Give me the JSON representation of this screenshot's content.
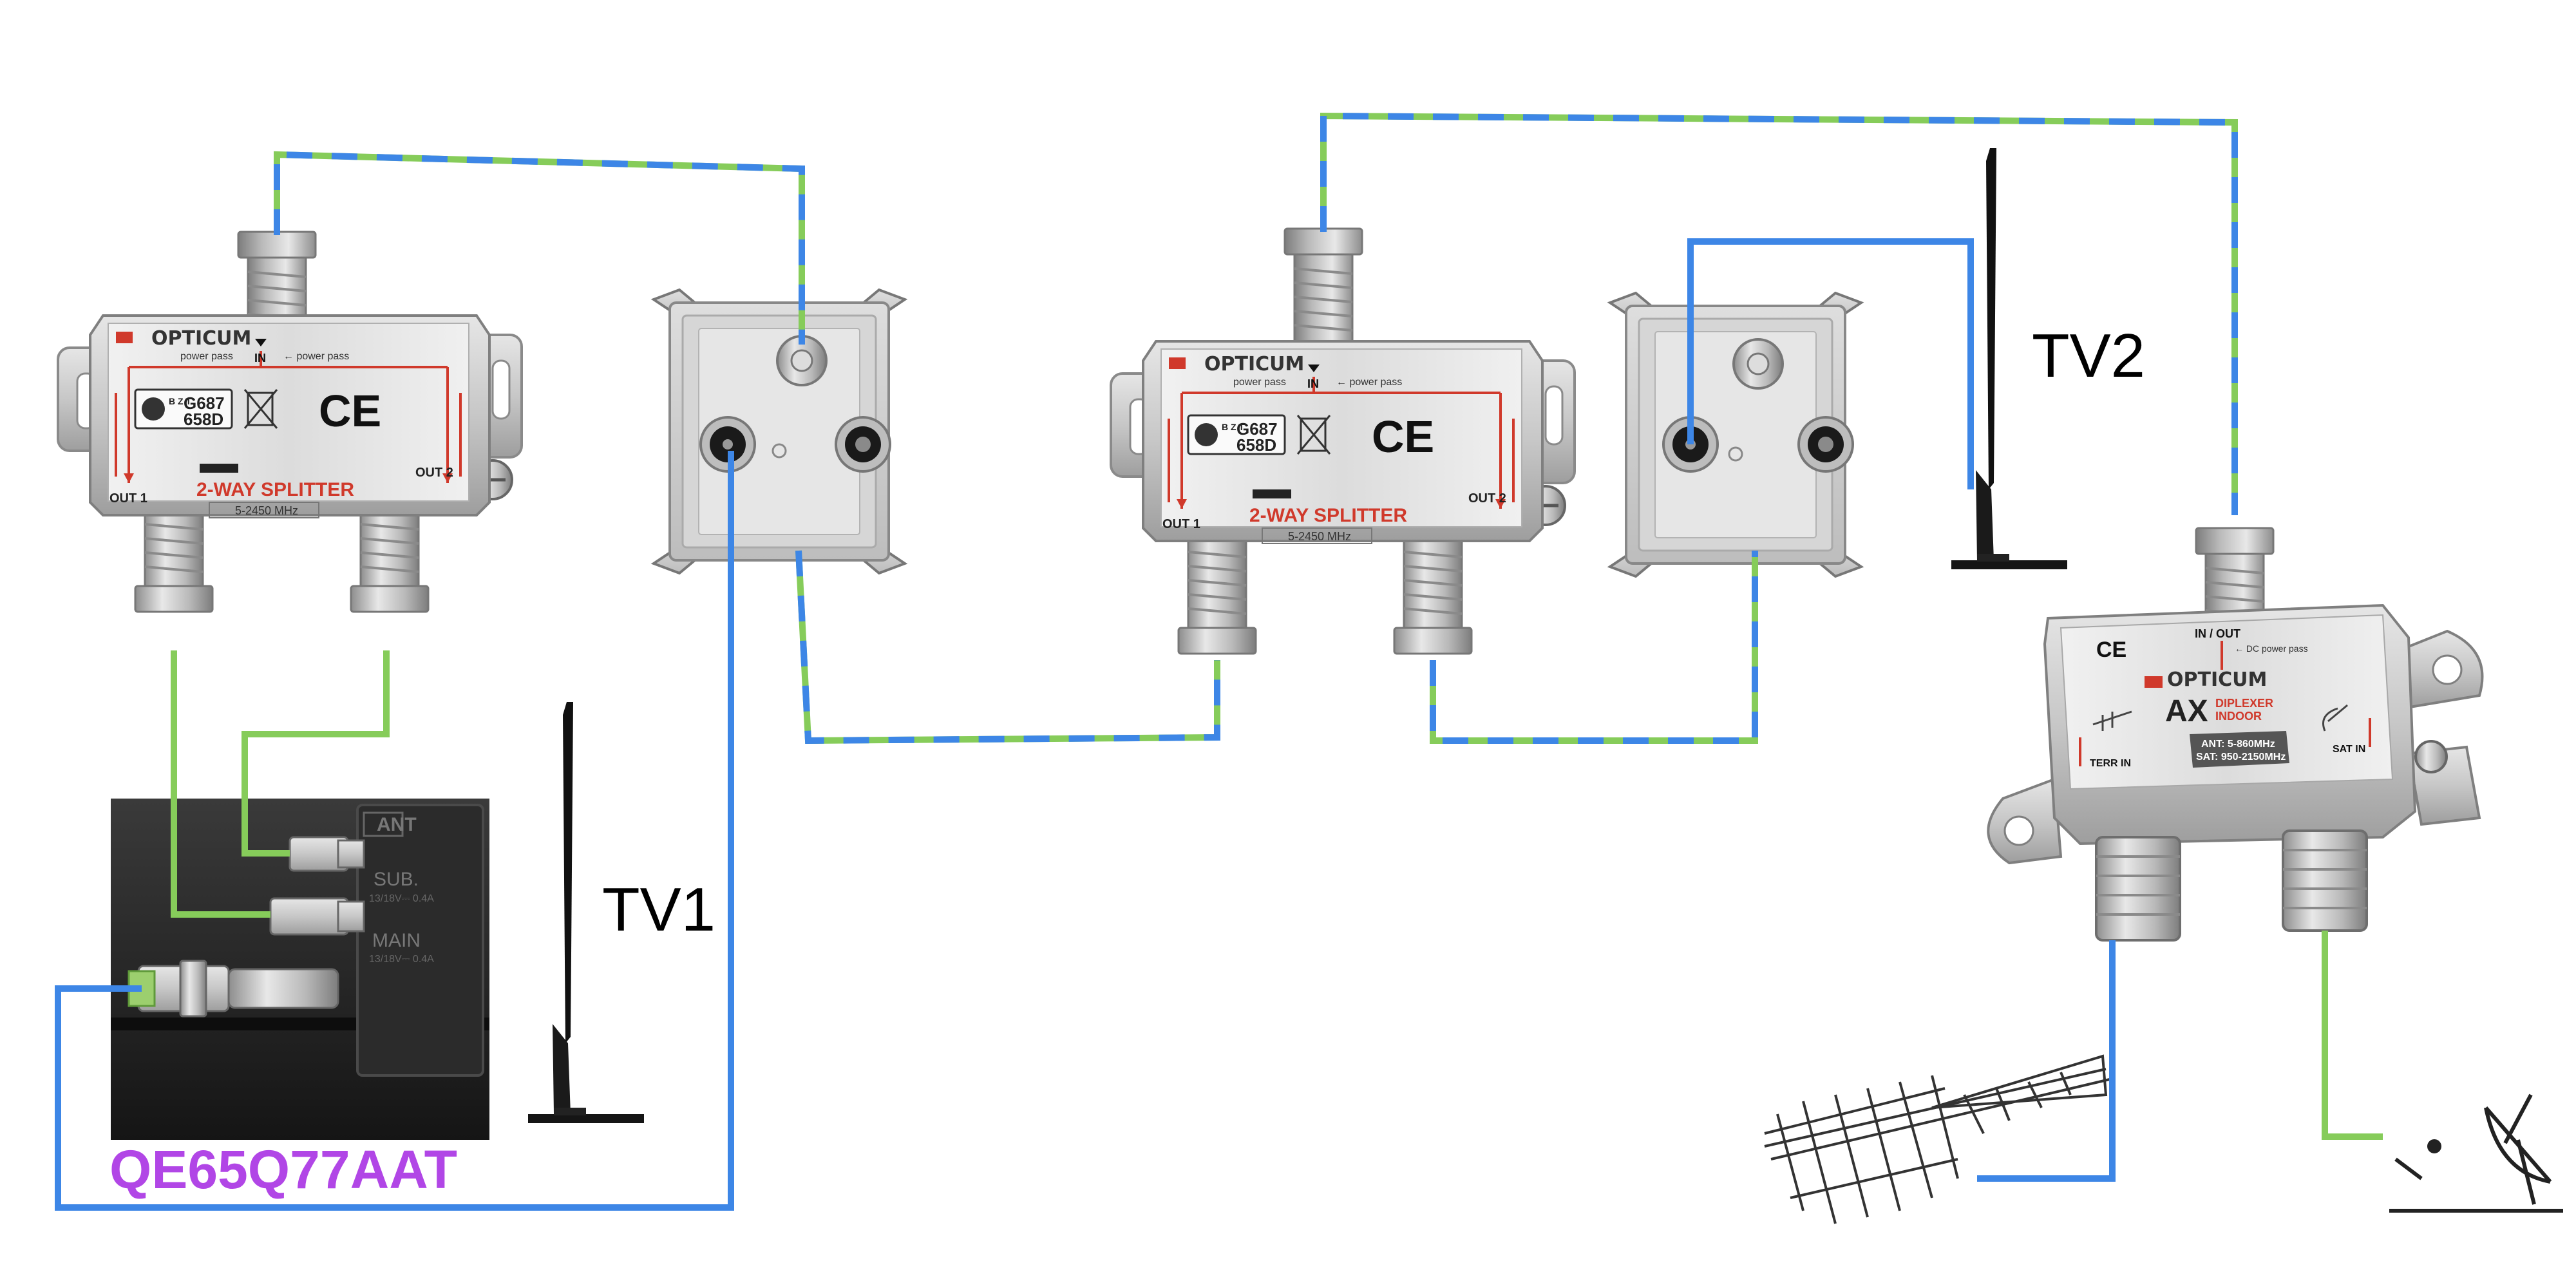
{
  "labels": {
    "tv1": "TV1",
    "tv2": "TV2",
    "tv_model": "QE65Q77AAT"
  },
  "splitter": {
    "brand": "OPTICUM",
    "in": "IN",
    "power_pass": "power pass",
    "power_pass_arrow": "← power pass",
    "cert_code": "G687",
    "cert_code_2": "658D",
    "cert_letters": "B Z T",
    "ce": "CE",
    "name": "2-WAY SPLITTER",
    "freq": "5-2450 MHz",
    "out1": "OUT 1",
    "out2": "OUT 2"
  },
  "diplexer": {
    "brand": "OPTICUM",
    "inout": "IN / OUT",
    "dc_pass": "← DC power pass",
    "model": "AX",
    "subtitle_1": "DIPLEXER",
    "subtitle_2": "INDOOR",
    "ant": "ANT: 5-860MHz",
    "sat": "SAT: 950-2150MHz",
    "terr_in": "TERR IN",
    "sat_in": "SAT IN",
    "ce": "CE"
  },
  "tv_panel": {
    "ant": "ANT",
    "sub": "SUB.",
    "sub_spec": "13/18V⎓ 0.4A",
    "main": "MAIN",
    "main_spec": "13/18V⎓ 0.4A"
  },
  "colors": {
    "blue_cable": "#3d86e6",
    "green_cable": "#86cc5a",
    "model_label": "#b146e6",
    "splitter_red": "#d0392b"
  }
}
